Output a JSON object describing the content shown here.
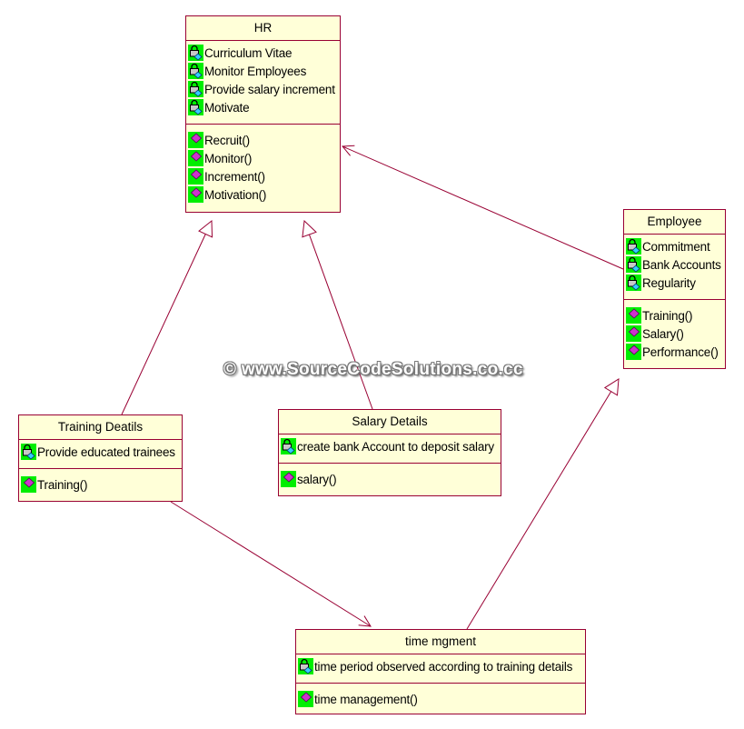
{
  "diagram": {
    "classes": [
      {
        "id": "hr",
        "name": "HR",
        "attributes": [
          "Curriculum Vitae",
          "Monitor Employees",
          "Provide salary increment",
          "Motivate"
        ],
        "operations": [
          "Recruit()",
          "Monitor()",
          "Increment()",
          "Motivation()"
        ]
      },
      {
        "id": "employee",
        "name": "Employee",
        "attributes": [
          "Commitment",
          "Bank Accounts",
          "Regularity"
        ],
        "operations": [
          "Training()",
          "Salary()",
          "Performance()"
        ]
      },
      {
        "id": "training",
        "name": "Training Deatils",
        "attributes": [
          "Provide educated trainees"
        ],
        "operations": [
          "Training()"
        ]
      },
      {
        "id": "salary",
        "name": "Salary Details",
        "attributes": [
          "create bank Account to deposit salary"
        ],
        "operations": [
          "salary()"
        ]
      },
      {
        "id": "time",
        "name": "time mgment",
        "attributes": [
          "time period observed according to training details"
        ],
        "operations": [
          "time management()"
        ]
      }
    ],
    "relationships": [
      {
        "from": "training",
        "to": "hr",
        "type": "generalization"
      },
      {
        "from": "salary",
        "to": "hr",
        "type": "generalization"
      },
      {
        "from": "time",
        "to": "employee",
        "type": "generalization"
      },
      {
        "from": "employee",
        "to": "hr",
        "type": "association"
      },
      {
        "from": "training",
        "to": "time",
        "type": "association"
      }
    ],
    "watermark": "© www.SourceCodeSolutions.co.cc"
  },
  "colors": {
    "class_fill": "#ffffd8",
    "class_border": "#990033",
    "edge": "#990033",
    "icon_green": "#00ee00",
    "icon_magenta": "#cc33cc",
    "icon_cyan": "#33ccff"
  },
  "icons": {
    "attribute": "locked-attribute-icon",
    "operation": "operation-icon"
  }
}
